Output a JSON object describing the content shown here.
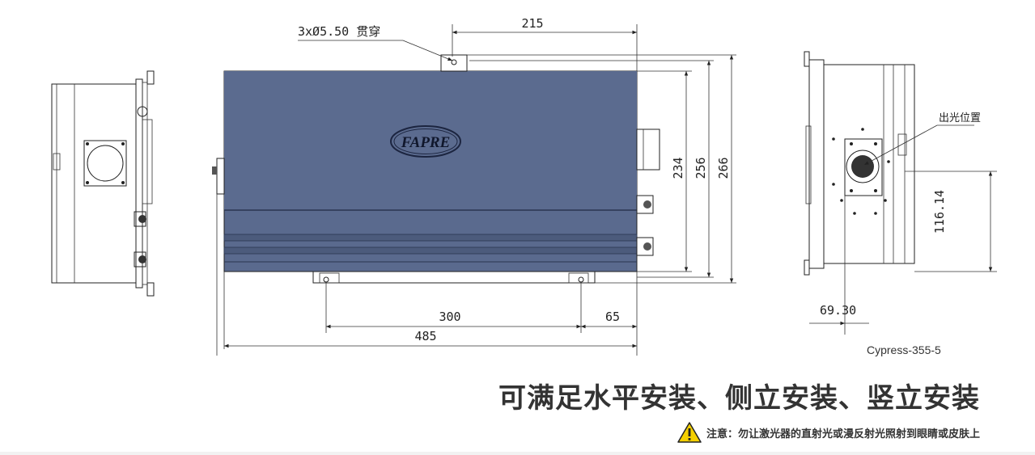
{
  "drawing": {
    "hole_note": "3xØ5.50 贯穿",
    "logo_text": "FAPRE",
    "dimensions": {
      "top_width": "215",
      "height_inner": "234",
      "height_mid": "256",
      "height_total": "266",
      "bottom_span": "300",
      "bottom_offset": "65",
      "total_length": "485",
      "side_height": "116.14",
      "side_offset": "69.30"
    },
    "light_outlet_label": "出光位置",
    "model": "Cypress-355-5"
  },
  "tagline": "可满足水平安装、侧立安装、竖立安装",
  "warning": {
    "icon": "warning-triangle-icon",
    "text": "注意：勿让激光器的直射光或漫反射光照射到眼睛或皮肤上"
  },
  "colors": {
    "body": "#5a6a8e",
    "body_dark": "#4c5b7c",
    "line": "#222222",
    "warning_yellow": "#f5d000"
  }
}
